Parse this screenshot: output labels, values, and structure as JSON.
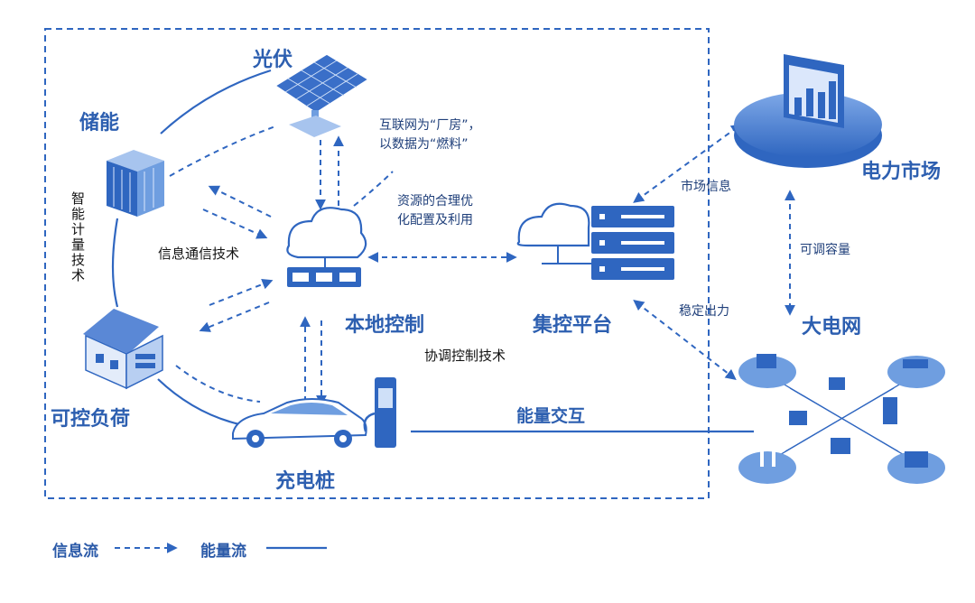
{
  "nodes": {
    "solar": "光伏",
    "storage": "储能",
    "smart_meter": "智能计量技术",
    "controllable_load": "可控负荷",
    "charging_pile": "充电桩",
    "local_control": "本地控制",
    "platform": "集控平台",
    "market": "电力市场",
    "grid": "大电网"
  },
  "annotations": {
    "internet_line1": "互联网为“厂房”，",
    "internet_line2": "以数据为“燃料”",
    "resource_line1": "资源的合理优",
    "resource_line2": "化配置及利用",
    "info_comm": "信息通信技术",
    "coordination": "协调控制技术",
    "market_info": "市场信息",
    "adjustable_capacity": "可调容量",
    "stable_output": "稳定出力",
    "energy_exchange": "能量交互"
  },
  "legend": {
    "info_flow": "信息流",
    "energy_flow": "能量流"
  },
  "colors": {
    "primary": "#2f66c0",
    "light": "#6f9ee0",
    "dark": "#1f3f7a"
  }
}
